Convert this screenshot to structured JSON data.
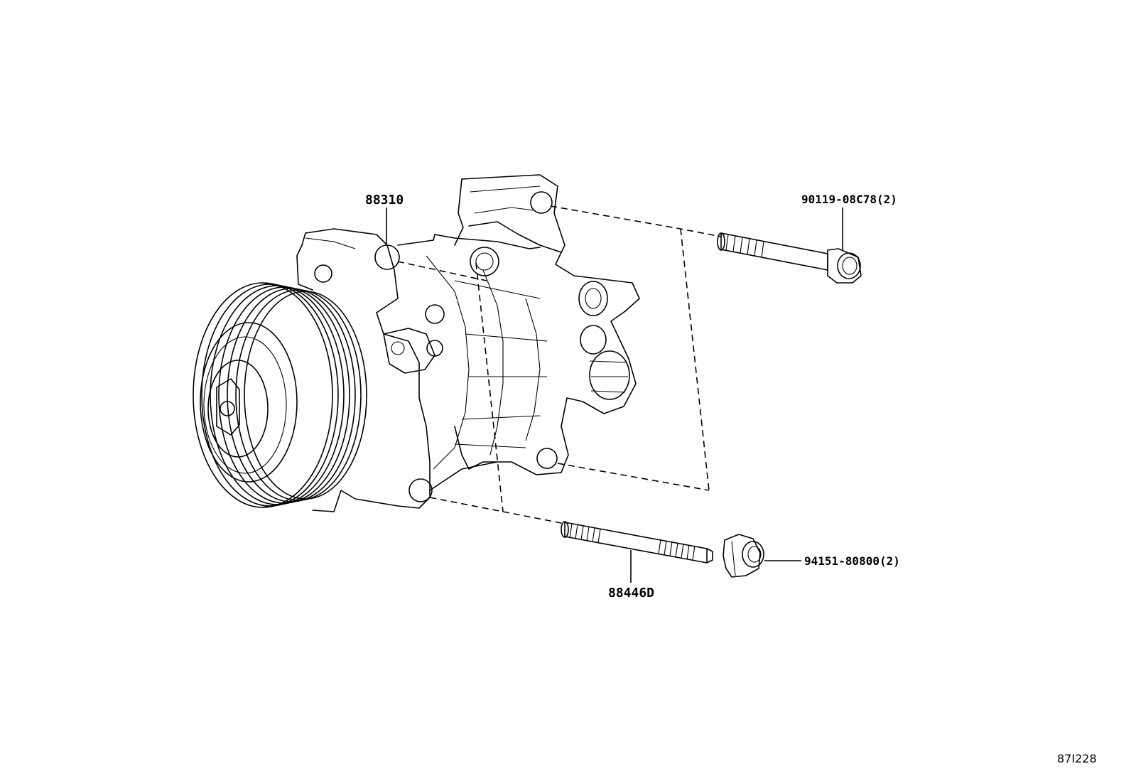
{
  "parts": {
    "compressor": {
      "number": "88310"
    },
    "upper_bolt": {
      "number": "90119-08C78(2)"
    },
    "stud": {
      "number": "88446D"
    },
    "nut": {
      "number": "94151-80800(2)"
    }
  },
  "illustration_ref": "87I228"
}
